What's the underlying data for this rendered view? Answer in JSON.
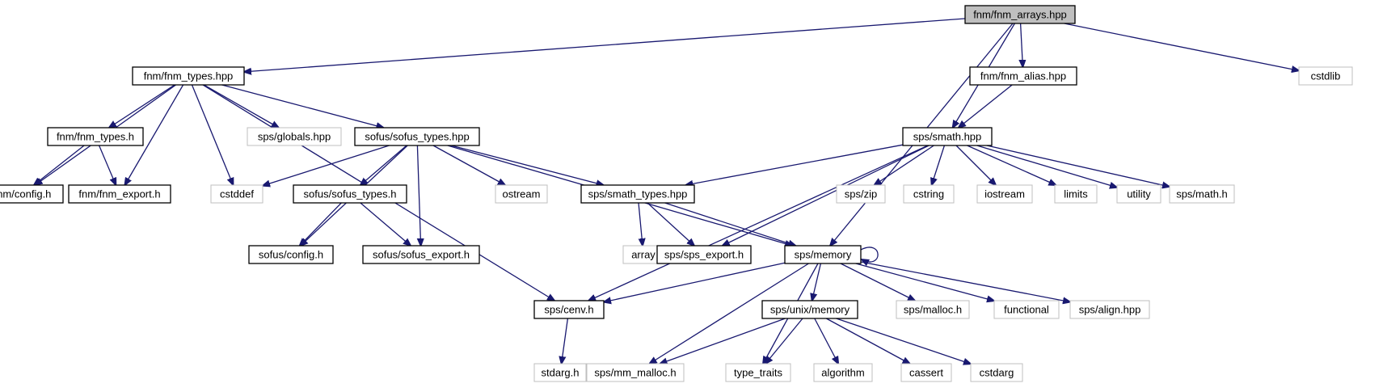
{
  "diagram": {
    "nodes": [
      {
        "id": "root",
        "label": "fnm/fnm_arrays.hpp",
        "kind": "root"
      },
      {
        "id": "fnm_types_hpp",
        "label": "fnm/fnm_types.hpp",
        "kind": "internal"
      },
      {
        "id": "fnm_alias",
        "label": "fnm/fnm_alias.hpp",
        "kind": "internal"
      },
      {
        "id": "cstdlib",
        "label": "cstdlib",
        "kind": "external"
      },
      {
        "id": "fnm_types_h",
        "label": "fnm/fnm_types.h",
        "kind": "internal"
      },
      {
        "id": "sps_globals",
        "label": "sps/globals.hpp",
        "kind": "external"
      },
      {
        "id": "sofus_types_hpp",
        "label": "sofus/sofus_types.hpp",
        "kind": "internal"
      },
      {
        "id": "smath",
        "label": "sps/smath.hpp",
        "kind": "internal"
      },
      {
        "id": "fnm_config",
        "label": "fnm/config.h",
        "kind": "internal"
      },
      {
        "id": "fnm_export",
        "label": "fnm/fnm_export.h",
        "kind": "internal"
      },
      {
        "id": "cstddef",
        "label": "cstddef",
        "kind": "external"
      },
      {
        "id": "sofus_types_h",
        "label": "sofus/sofus_types.h",
        "kind": "internal"
      },
      {
        "id": "ostream",
        "label": "ostream",
        "kind": "external"
      },
      {
        "id": "smath_types",
        "label": "sps/smath_types.hpp",
        "kind": "internal"
      },
      {
        "id": "sps_zip",
        "label": "sps/zip",
        "kind": "external"
      },
      {
        "id": "cstring",
        "label": "cstring",
        "kind": "external"
      },
      {
        "id": "iostream",
        "label": "iostream",
        "kind": "external"
      },
      {
        "id": "limits",
        "label": "limits",
        "kind": "external"
      },
      {
        "id": "utility",
        "label": "utility",
        "kind": "external"
      },
      {
        "id": "sps_math",
        "label": "sps/math.h",
        "kind": "external"
      },
      {
        "id": "sofus_config",
        "label": "sofus/config.h",
        "kind": "internal"
      },
      {
        "id": "sofus_export",
        "label": "sofus/sofus_export.h",
        "kind": "internal"
      },
      {
        "id": "array",
        "label": "array",
        "kind": "external"
      },
      {
        "id": "sps_export",
        "label": "sps/sps_export.h",
        "kind": "internal"
      },
      {
        "id": "sps_memory",
        "label": "sps/memory",
        "kind": "internal"
      },
      {
        "id": "sps_cenv",
        "label": "sps/cenv.h",
        "kind": "internal"
      },
      {
        "id": "sps_unix_memory",
        "label": "sps/unix/memory",
        "kind": "internal"
      },
      {
        "id": "sps_malloc",
        "label": "sps/malloc.h",
        "kind": "external"
      },
      {
        "id": "functional",
        "label": "functional",
        "kind": "external"
      },
      {
        "id": "sps_align",
        "label": "sps/align.hpp",
        "kind": "external"
      },
      {
        "id": "stdarg",
        "label": "stdarg.h",
        "kind": "external"
      },
      {
        "id": "mm_malloc",
        "label": "sps/mm_malloc.h",
        "kind": "external"
      },
      {
        "id": "type_traits",
        "label": "type_traits",
        "kind": "external"
      },
      {
        "id": "algorithm",
        "label": "algorithm",
        "kind": "external"
      },
      {
        "id": "cassert",
        "label": "cassert",
        "kind": "external"
      },
      {
        "id": "cstdarg",
        "label": "cstdarg",
        "kind": "external"
      }
    ],
    "edges": [
      [
        "root",
        "fnm_types_hpp"
      ],
      [
        "root",
        "fnm_alias"
      ],
      [
        "root",
        "cstdlib"
      ],
      [
        "root",
        "smath"
      ],
      [
        "root",
        "sps_memory"
      ],
      [
        "fnm_alias",
        "smath"
      ],
      [
        "fnm_types_hpp",
        "fnm_types_h"
      ],
      [
        "fnm_types_hpp",
        "fnm_config"
      ],
      [
        "fnm_types_hpp",
        "fnm_export"
      ],
      [
        "fnm_types_hpp",
        "cstddef"
      ],
      [
        "fnm_types_hpp",
        "sps_globals"
      ],
      [
        "fnm_types_hpp",
        "sofus_types_hpp"
      ],
      [
        "fnm_types_hpp",
        "sps_cenv"
      ],
      [
        "fnm_types_h",
        "fnm_config"
      ],
      [
        "fnm_types_h",
        "fnm_export"
      ],
      [
        "sofus_types_hpp",
        "cstddef"
      ],
      [
        "sofus_types_hpp",
        "sofus_config"
      ],
      [
        "sofus_types_hpp",
        "sofus_types_h"
      ],
      [
        "sofus_types_hpp",
        "sofus_export"
      ],
      [
        "sofus_types_hpp",
        "ostream"
      ],
      [
        "sofus_types_hpp",
        "smath_types"
      ],
      [
        "sofus_types_hpp",
        "sps_memory"
      ],
      [
        "sofus_types_h",
        "sofus_config"
      ],
      [
        "sofus_types_h",
        "sofus_export"
      ],
      [
        "smath",
        "smath_types"
      ],
      [
        "smath",
        "sps_export"
      ],
      [
        "smath",
        "sps_cenv"
      ],
      [
        "smath",
        "sps_zip"
      ],
      [
        "smath",
        "cstring"
      ],
      [
        "smath",
        "iostream"
      ],
      [
        "smath",
        "limits"
      ],
      [
        "smath",
        "utility"
      ],
      [
        "smath",
        "sps_math"
      ],
      [
        "smath_types",
        "array"
      ],
      [
        "smath_types",
        "sps_export"
      ],
      [
        "smath_types",
        "sps_memory"
      ],
      [
        "sps_memory",
        "sps_memory"
      ],
      [
        "sps_memory",
        "sps_cenv"
      ],
      [
        "sps_memory",
        "sps_unix_memory"
      ],
      [
        "sps_memory",
        "sps_malloc"
      ],
      [
        "sps_memory",
        "functional"
      ],
      [
        "sps_memory",
        "sps_align"
      ],
      [
        "sps_memory",
        "mm_malloc"
      ],
      [
        "sps_memory",
        "type_traits"
      ],
      [
        "sps_cenv",
        "stdarg"
      ],
      [
        "sps_unix_memory",
        "mm_malloc"
      ],
      [
        "sps_unix_memory",
        "type_traits"
      ],
      [
        "sps_unix_memory",
        "algorithm"
      ],
      [
        "sps_unix_memory",
        "cassert"
      ],
      [
        "sps_unix_memory",
        "cstdarg"
      ]
    ]
  }
}
